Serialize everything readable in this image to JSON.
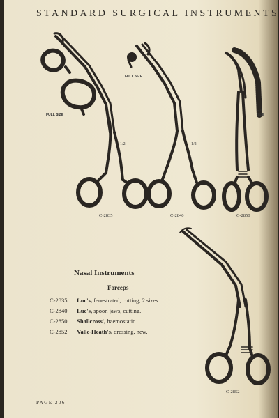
{
  "header": {
    "title": "STANDARD SURGICAL INSTRUMENTS"
  },
  "figures": {
    "c2835": {
      "caption": "C-2835",
      "full_size": "FULL SIZE",
      "scale": "1/2"
    },
    "c2840": {
      "caption": "C-2840",
      "full_size": "FULL SIZE",
      "scale": "1/2"
    },
    "c2850": {
      "caption": "C-2850",
      "full_size_1": "FULL",
      "full_size_2": "SIZE"
    },
    "c2852": {
      "caption": "C-2852"
    }
  },
  "section": {
    "title": "Nasal Instruments",
    "subtitle": "Forceps",
    "items": [
      {
        "code": "C-2835",
        "name": "Luc's,",
        "desc": "fenestrated, cutting, 2 sizes."
      },
      {
        "code": "C-2840",
        "name": "Luc's,",
        "desc": "spoon jaws, cutting."
      },
      {
        "code": "C-2850",
        "name": "Shallcross',",
        "desc": "haemostatic."
      },
      {
        "code": "C-2852",
        "name": "Valle-Heath's,",
        "desc": "dressing, new."
      }
    ]
  },
  "footer": {
    "page": "PAGE 206"
  }
}
